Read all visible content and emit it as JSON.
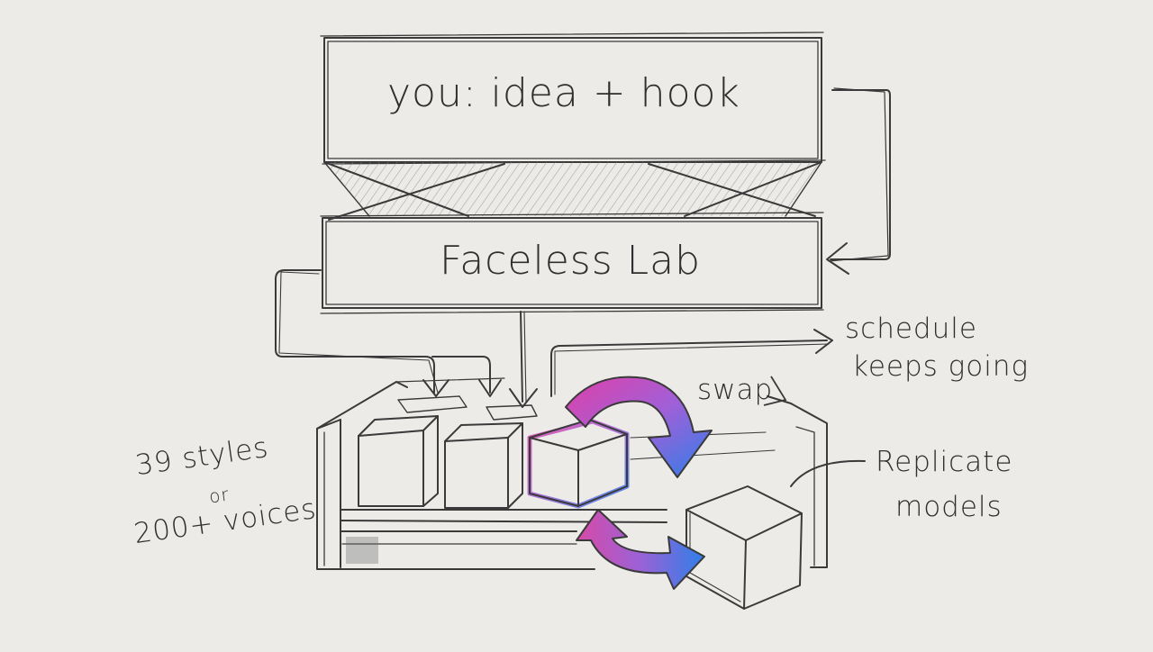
{
  "diagram": {
    "top_box": {
      "label": "you: idea + hook"
    },
    "middle_box": {
      "label": "Faceless Lab"
    },
    "styles_note": {
      "line1": "39 styles",
      "line2": "or",
      "line3": "200+ voices"
    },
    "schedule_note": {
      "line1": "schedule",
      "line2": "keeps going"
    },
    "swap_note": {
      "label": "swap"
    },
    "replicate_note": {
      "line1": "Replicate",
      "line2": "models"
    },
    "colors": {
      "paper": "#ecebe8",
      "pencil": "#3a3a3a",
      "swap_gradient_start": "#e040a8",
      "swap_gradient_mid": "#a060d8",
      "swap_gradient_end": "#2e7fe8"
    }
  }
}
